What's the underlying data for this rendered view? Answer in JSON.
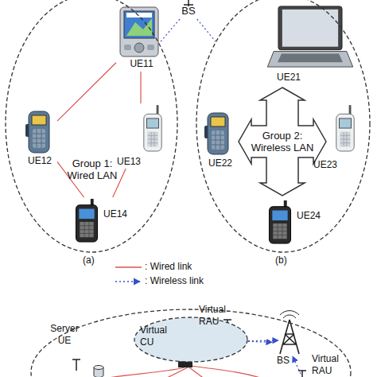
{
  "diagram": {
    "nodes": [
      {
        "text": [
          "BS"
        ]
      },
      {
        "text": [
          "Group 1: Wired LAN"
        ]
      },
      {
        "text": [
          "UE11"
        ],
        "in": 1
      },
      {
        "text": [
          "UE12"
        ],
        "in": 1
      },
      {
        "text": [
          "UE13"
        ],
        "in": 1
      },
      {
        "text": [
          "UE14"
        ],
        "in": 1
      },
      {
        "text": [
          "Group 2: Wireless LAN"
        ]
      },
      {
        "text": [
          "UE21"
        ],
        "in": 6
      },
      {
        "text": [
          "UE22"
        ],
        "in": 6
      },
      {
        "text": [
          "UE23"
        ],
        "in": 6
      },
      {
        "text": [
          "UE24"
        ],
        "in": 6
      },
      {
        "text": [
          "Server UE"
        ]
      },
      {
        "text": [
          "Virtual CU",
          "Virtual RAU"
        ],
        "in": 11
      },
      {
        "text": [
          "BS"
        ],
        "in": 11
      }
    ],
    "edges": [
      {
        "from": 0,
        "to": 1,
        "arrow": "none"
      },
      {
        "from": 0,
        "to": 6,
        "arrow": "none"
      },
      {
        "from": 2,
        "to": 3,
        "arrow": "none"
      },
      {
        "from": 2,
        "to": 4,
        "arrow": "none"
      },
      {
        "from": 3,
        "to": 5,
        "arrow": "none"
      },
      {
        "from": 4,
        "to": 5,
        "arrow": "none"
      },
      {
        "from": 12,
        "to": 13,
        "arrow": "to"
      }
    ],
    "labels": [
      "(a)",
      "(b)",
      "Virtual RAU"
    ],
    "legend": [
      {
        "text": ": Wired link"
      },
      {
        "text": ": Wireless link"
      }
    ]
  }
}
